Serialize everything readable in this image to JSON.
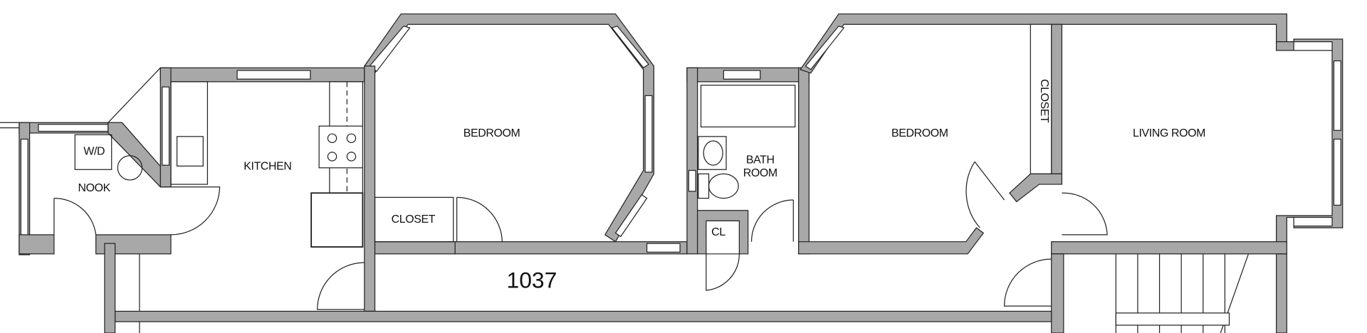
{
  "plan": {
    "unit_number": "1037",
    "rooms": {
      "nook": "NOOK",
      "washer_dryer": "W/D",
      "kitchen": "KITCHEN",
      "bedroom_left": "BEDROOM",
      "closet_left": "CLOSET",
      "bath_line1": "BATH",
      "bath_line2": "ROOM",
      "cl": "CL",
      "bedroom_right": "BEDROOM",
      "closet_right": "CLOSET",
      "living_room": "LIVING ROOM"
    },
    "colors": {
      "wall": "#a8a8a8",
      "line": "#222222",
      "background": "#ffffff"
    }
  }
}
